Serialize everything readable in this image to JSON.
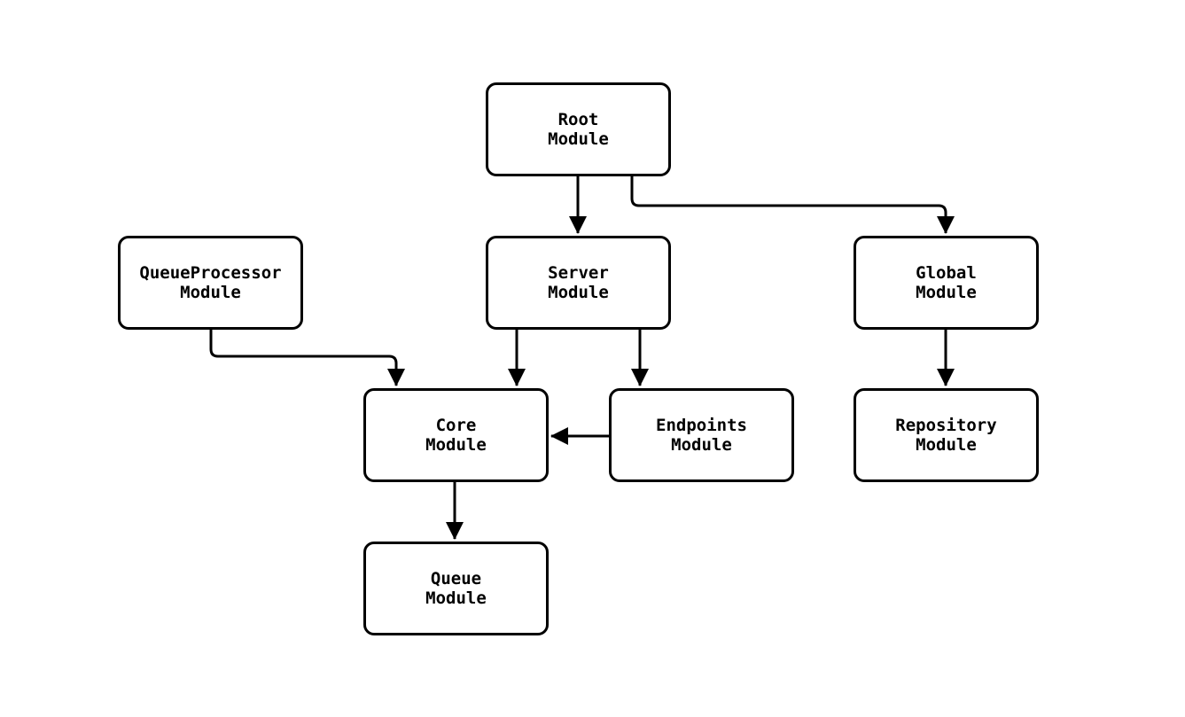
{
  "diagram": {
    "type": "module-dependency-graph",
    "colors": {
      "background": "#ffffff",
      "node_fill": "#ffffff",
      "node_border": "#000000",
      "edge": "#000000",
      "text": "#000000"
    },
    "nodes": [
      {
        "id": "root-module",
        "lines": [
          "Root",
          "Module"
        ]
      },
      {
        "id": "queueprocessor-module",
        "lines": [
          "QueueProcessor",
          "Module"
        ]
      },
      {
        "id": "server-module",
        "lines": [
          "Server",
          "Module"
        ]
      },
      {
        "id": "global-module",
        "lines": [
          "Global",
          "Module"
        ]
      },
      {
        "id": "core-module",
        "lines": [
          "Core",
          "Module"
        ]
      },
      {
        "id": "endpoints-module",
        "lines": [
          "Endpoints",
          "Module"
        ]
      },
      {
        "id": "repository-module",
        "lines": [
          "Repository",
          "Module"
        ]
      },
      {
        "id": "queue-module",
        "lines": [
          "Queue",
          "Module"
        ]
      }
    ],
    "edges": [
      {
        "from": "root-module",
        "to": "server-module"
      },
      {
        "from": "root-module",
        "to": "global-module"
      },
      {
        "from": "queueprocessor-module",
        "to": "core-module"
      },
      {
        "from": "server-module",
        "to": "core-module"
      },
      {
        "from": "server-module",
        "to": "endpoints-module"
      },
      {
        "from": "endpoints-module",
        "to": "core-module"
      },
      {
        "from": "core-module",
        "to": "queue-module"
      },
      {
        "from": "global-module",
        "to": "repository-module"
      }
    ]
  }
}
